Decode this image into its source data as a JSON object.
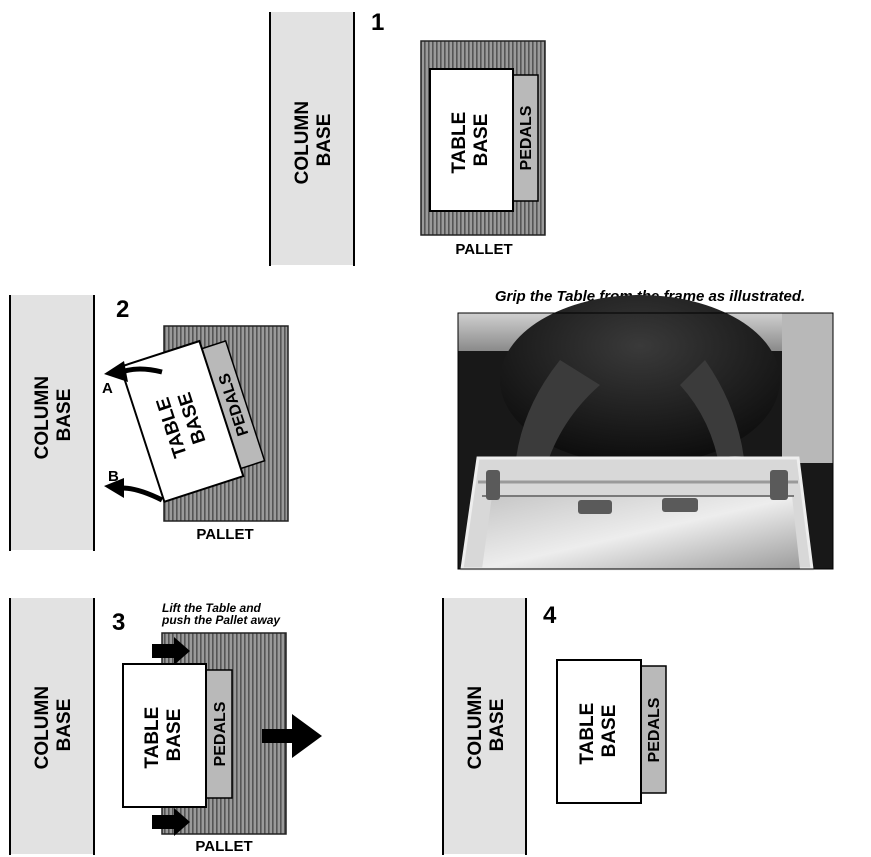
{
  "colors": {
    "column_fill": "#e2e2e2",
    "pedals_fill": "#b9b9b9",
    "pallet_fill": "#9a9a9a",
    "pallet_stripe": "#555555",
    "arrow": "#000000"
  },
  "labels": {
    "column_line1": "COLUMN",
    "column_line2": "BASE",
    "table_line1": "TABLE",
    "table_line2": "BASE",
    "pedals": "PEDALS",
    "pallet": "PALLET"
  },
  "steps": [
    {
      "number": "1"
    },
    {
      "number": "2",
      "point_a": "A",
      "point_b": "B"
    },
    {
      "number": "3",
      "note_line1": "Lift the Table and",
      "note_line2": "push the Pallet away"
    },
    {
      "number": "4"
    }
  ],
  "photo": {
    "caption": "Grip the Table from the frame as illustrated."
  }
}
